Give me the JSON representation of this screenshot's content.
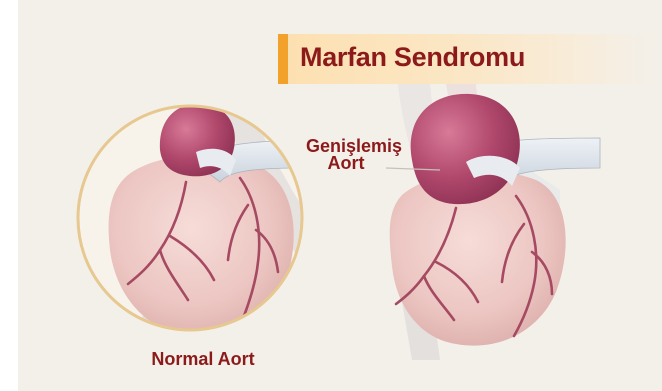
{
  "diagram": {
    "title": "Marfan Sendromu",
    "label_dilated_line1": "Genişlemiş",
    "label_dilated_line2": "Aort",
    "label_normal": "Normal Aort"
  },
  "colors": {
    "title_text": "#8c1a1a",
    "banner_accent": "#f2a12a",
    "heart": "#eec9c6",
    "aorta": "#b0486c",
    "vessel": "#a54a62",
    "lens_ring": "#e6c890",
    "background": "#f3f0ea"
  }
}
